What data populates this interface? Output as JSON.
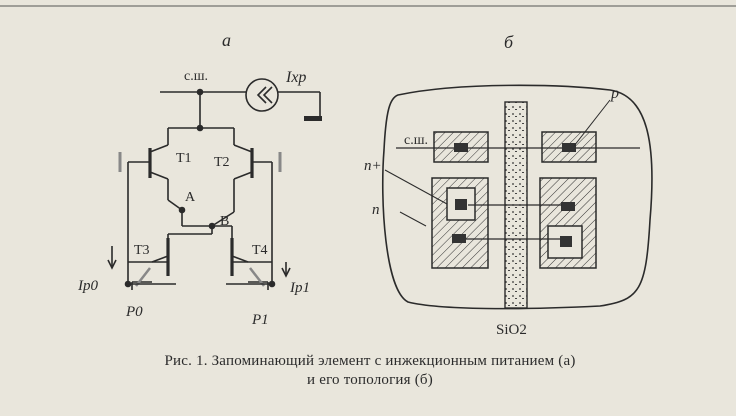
{
  "figure_a": {
    "panel_label": "a",
    "bus_label": "с.ш.",
    "current_label": "Iхр",
    "node_a": "A",
    "node_b": "B",
    "t1": "T1",
    "t2": "T2",
    "t3": "T3",
    "t4": "T4",
    "i_left": "Iр0",
    "i_right": "Iр1",
    "p_left": "P0",
    "p_right": "P1"
  },
  "figure_b": {
    "panel_label": "б",
    "p_label": "p",
    "bus_label": "с.ш.",
    "nplus_label": "n+",
    "n_label": "n",
    "oxide_label": "SiO2"
  },
  "caption": {
    "line1": "Рис. 1. Запоминающий элемент с инжекционным питанием (а)",
    "line2": "и его топология (б)"
  }
}
